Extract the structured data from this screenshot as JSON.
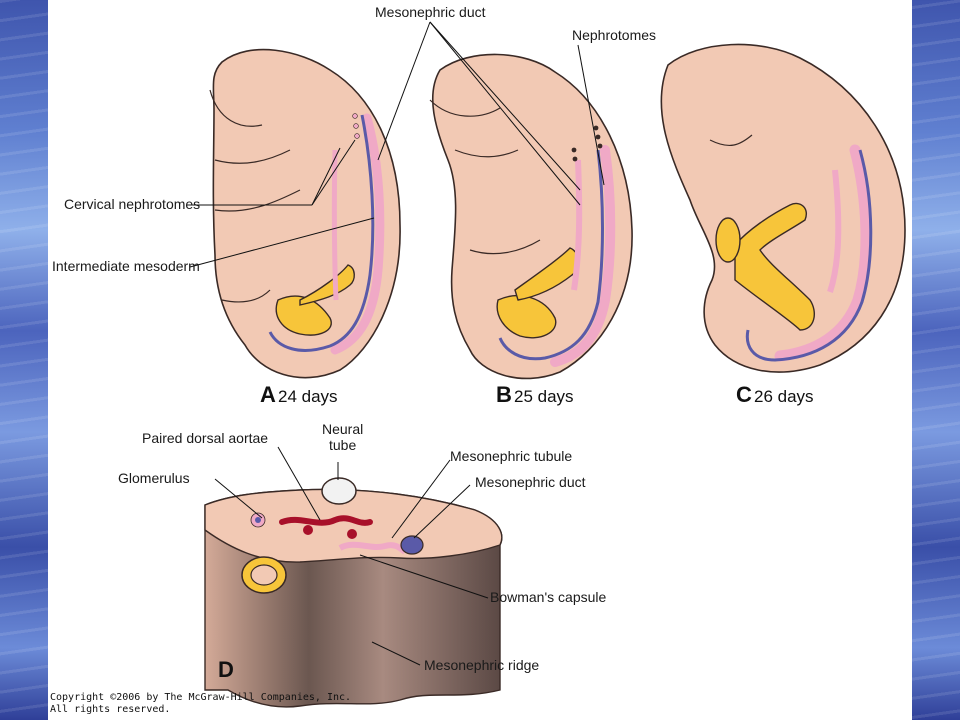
{
  "labels": {
    "mesonephric_duct_top": "Mesonephric duct",
    "nephrotomes": "Nephrotomes",
    "cervical_nephrotomes": "Cervical nephrotomes",
    "intermediate_mesoderm": "Intermediate mesoderm",
    "paired_dorsal_aortae": "Paired dorsal aortae",
    "neural_tube_1": "Neural",
    "neural_tube_2": "tube",
    "glomerulus": "Glomerulus",
    "mesonephric_tubule": "Mesonephric tubule",
    "mesonephric_duct_d": "Mesonephric duct",
    "bowmans_capsule": "Bowman's capsule",
    "mesonephric_ridge": "Mesonephric ridge"
  },
  "panels": [
    {
      "letter": "A",
      "days": "24 days"
    },
    {
      "letter": "B",
      "days": "25 days"
    },
    {
      "letter": "C",
      "days": "26 days"
    },
    {
      "letter": "D",
      "days": ""
    }
  ],
  "copyright": {
    "line1": "Copyright ©2006 by The McGraw-Hill Companies, Inc.",
    "line2": "All rights reserved."
  },
  "colors": {
    "embryo": "#f2c9b4",
    "nephrotome_pink": "#f0a9c6",
    "duct_purple": "#5a5aa8",
    "yolk": "#f7c53a",
    "aorta_red": "#a8102a",
    "tissue_brown": "#6b5750"
  }
}
